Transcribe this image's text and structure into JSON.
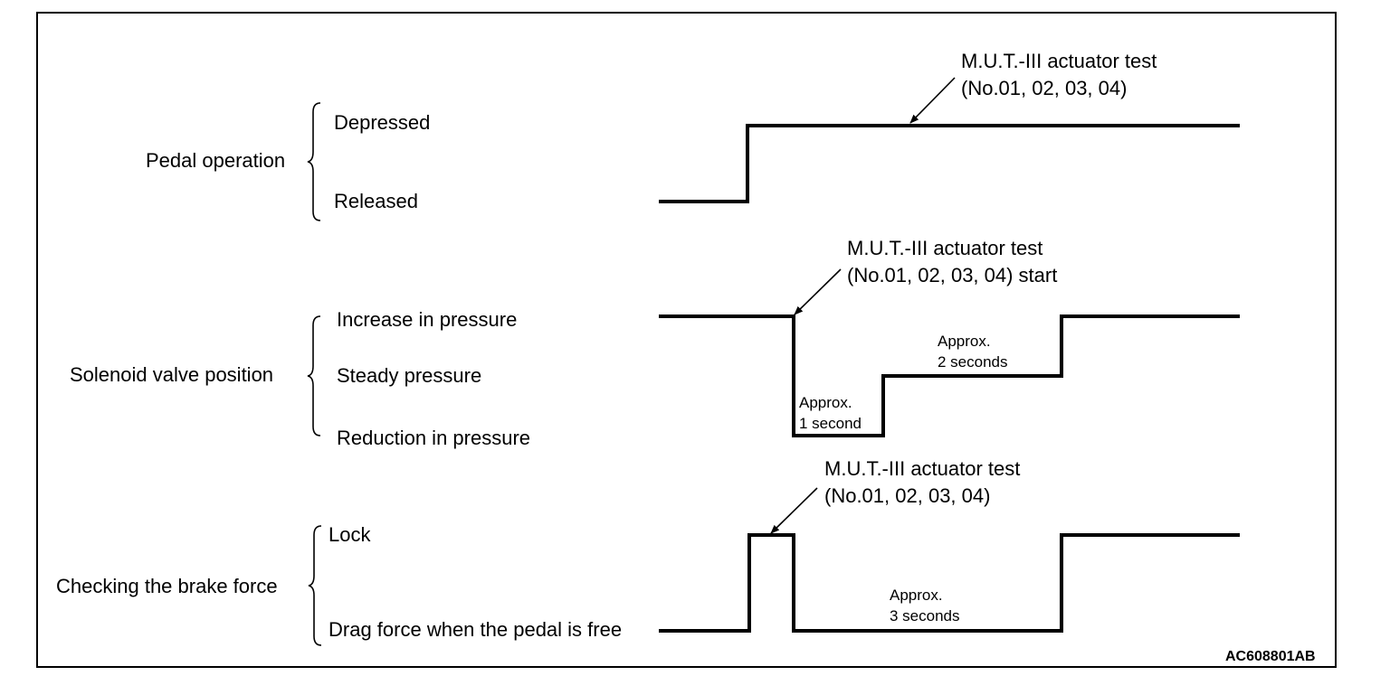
{
  "diagram_code": "AC608801AB",
  "sections": {
    "pedal": {
      "label": "Pedal operation",
      "states": [
        "Depressed",
        "Released"
      ],
      "annotation": [
        "M.U.T.-III actuator test",
        "(No.01, 02, 03, 04)"
      ]
    },
    "solenoid": {
      "label": "Solenoid valve position",
      "states": [
        "Increase in pressure",
        "Steady pressure",
        "Reduction in pressure"
      ],
      "annotation": [
        "M.U.T.-III actuator test",
        "(No.01, 02, 03, 04) start"
      ],
      "durations": [
        {
          "line1": "Approx.",
          "line2": "1 second"
        },
        {
          "line1": "Approx.",
          "line2": "2 seconds"
        }
      ]
    },
    "brake": {
      "label": "Checking the brake force",
      "states": [
        "Lock",
        "Drag force when the pedal is free"
      ],
      "annotation": [
        "M.U.T.-III actuator test",
        "(No.01, 02, 03, 04)"
      ],
      "durations": [
        {
          "line1": "Approx.",
          "line2": "3 seconds"
        }
      ]
    }
  }
}
